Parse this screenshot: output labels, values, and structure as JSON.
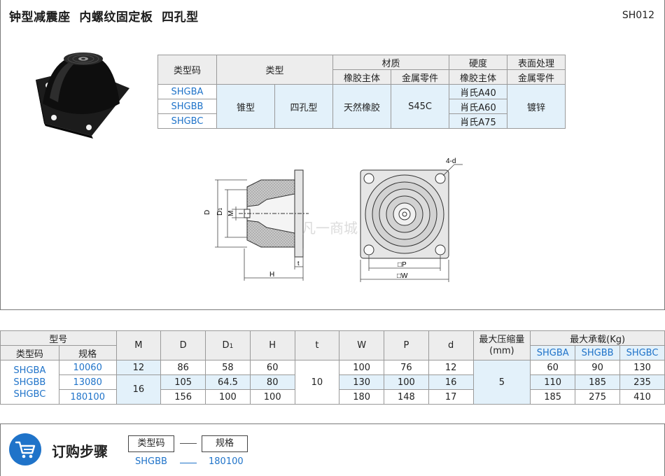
{
  "page": {
    "title": "钟型减震座  内螺纹固定板  四孔型",
    "code": "SH012"
  },
  "spec_table": {
    "headers": {
      "type_code": "类型码",
      "type": "类型",
      "material": "材质",
      "material_rubber": "橡胶主体",
      "material_metal": "金属零件",
      "hardness": "硬度",
      "hardness_rubber": "橡胶主体",
      "surface": "表面处理",
      "surface_metal": "金属零件"
    },
    "codes": [
      "SHGBA",
      "SHGBB",
      "SHGBC"
    ],
    "type_1": "锥型",
    "type_2": "四孔型",
    "rubber": "天然橡胶",
    "metal": "S45C",
    "hardness": [
      "肖氏A40",
      "肖氏A60",
      "肖氏A75"
    ],
    "surface": "镀锌"
  },
  "drawing": {
    "label_d_count": "4-d",
    "label_D": "D",
    "label_D1_main": "D",
    "label_D1_sub": "1",
    "label_M": "M",
    "label_H": "H",
    "label_t": "t",
    "label_P": "□P",
    "label_W": "□W",
    "watermark": "凡一商城"
  },
  "dim_table": {
    "headers": {
      "model": "型号",
      "type_code": "类型码",
      "spec": "规格",
      "M": "M",
      "D": "D",
      "D1_main": "D",
      "D1_sub": "1",
      "H": "H",
      "t": "t",
      "W": "W",
      "P": "P",
      "d": "d",
      "max_comp_line1": "最大压缩量",
      "max_comp_line2": "(mm)",
      "max_load": "最大承载(Kg)",
      "load_a": "SHGBA",
      "load_b": "SHGBB",
      "load_c": "SHGBC"
    },
    "codes": [
      "SHGBA",
      "SHGBB",
      "SHGBC"
    ],
    "t_value": "10",
    "max_comp": "5",
    "rows": [
      {
        "spec": "10060",
        "M": "12",
        "D": "86",
        "D1": "58",
        "H": "60",
        "W": "100",
        "P": "76",
        "d": "12",
        "la": "60",
        "lb": "90",
        "lc": "130"
      },
      {
        "spec": "13080",
        "D": "105",
        "D1": "64.5",
        "H": "80",
        "W": "130",
        "P": "100",
        "d": "16",
        "la": "110",
        "lb": "185",
        "lc": "235"
      },
      {
        "spec": "180100",
        "D": "156",
        "D1": "100",
        "H": "100",
        "W": "180",
        "P": "148",
        "d": "17",
        "la": "185",
        "lb": "275",
        "lc": "410"
      }
    ],
    "M_merged": "16"
  },
  "order": {
    "title": "订购步骤",
    "box_type": "类型码",
    "box_spec": "规格",
    "example_type": "SHGBB",
    "example_spec": "180100"
  },
  "colors": {
    "link_blue": "#1f73c9",
    "cell_blue": "#e3f1fa",
    "header_gray": "#ededed"
  }
}
